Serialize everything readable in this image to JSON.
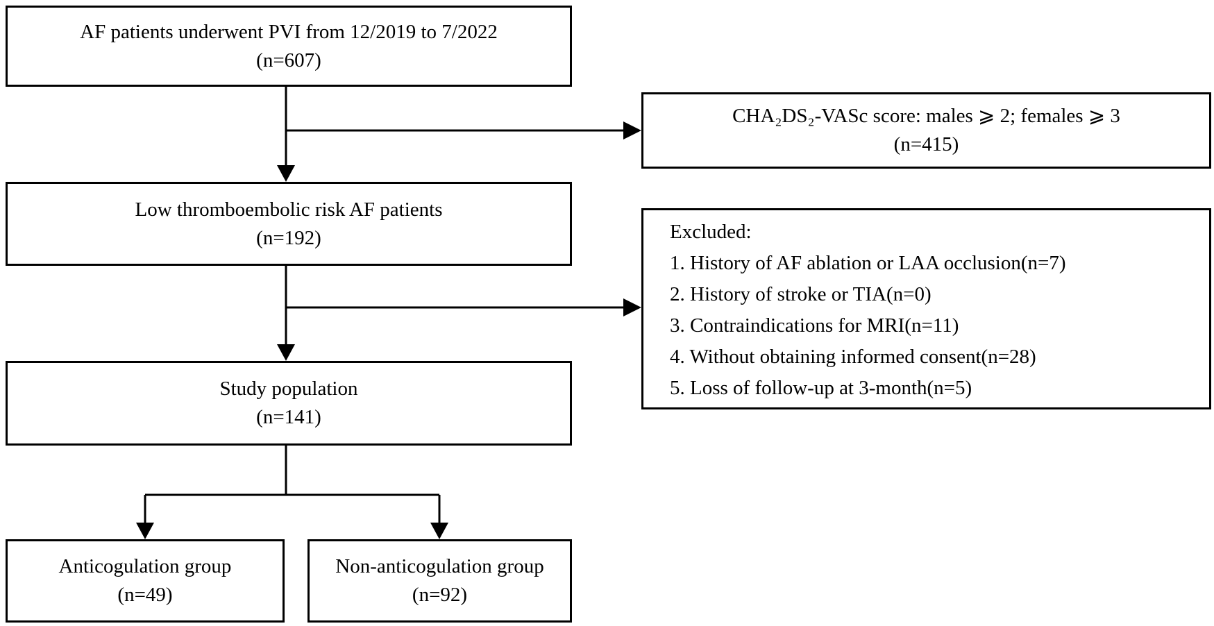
{
  "diagram": {
    "title": "AF PVI anticoagulation study patient flowchart",
    "colors": {
      "border": "#000000",
      "background": "#ffffff",
      "text": "#000000",
      "arrow": "#000000"
    },
    "boxes": {
      "top_cohort": {
        "line1": "AF patients underwent PVI from 12/2019 to 7/2022",
        "line2": "(n=607)"
      },
      "cha_score": {
        "line1": "CHA₂DS₂-VASc score: males ⩾ 2; females ⩾ 3",
        "line2": "(n=415)"
      },
      "low_risk": {
        "line1": "Low thromboembolic risk AF patients",
        "line2": "(n=192)"
      },
      "excluded": {
        "title": "Excluded:",
        "items": [
          "1. History of AF ablation or LAA occlusion(n=7)",
          "2. History of stroke or TIA(n=0)",
          "3. Contraindications for MRI(n=11)",
          "4. Without obtaining informed consent(n=28)",
          "5. Loss of follow-up at 3-month(n=5)"
        ]
      },
      "study_population": {
        "line1": "Study population",
        "line2": "(n=141)"
      },
      "anticoagulation_group": {
        "line1": "Anticogulation group",
        "line2": "(n=49)"
      },
      "non_anticoagulation_group": {
        "line1": "Non-anticogulation group",
        "line2": "(n=92)"
      }
    }
  }
}
